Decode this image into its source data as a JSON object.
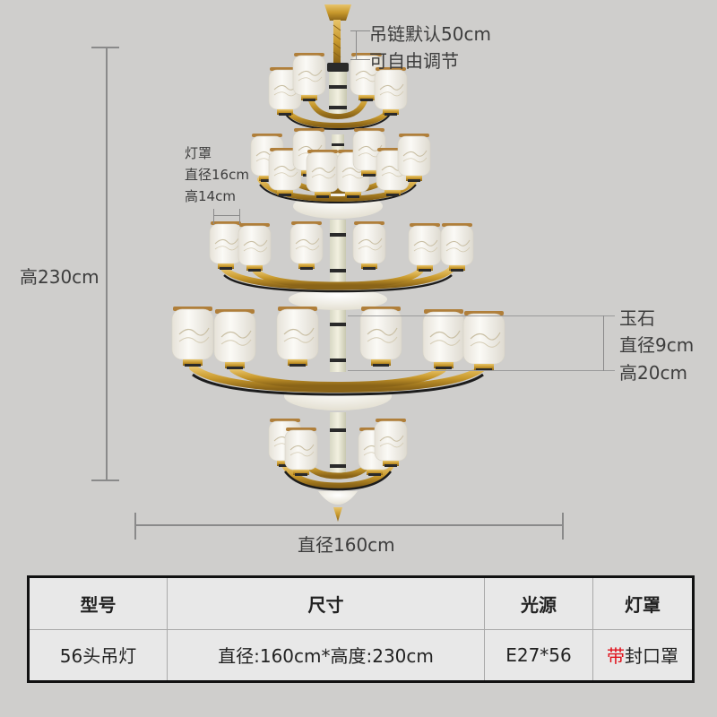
{
  "annotations": {
    "chain": {
      "line1": "吊链默认50cm",
      "line2": "可自由调节"
    },
    "shade": {
      "title": "灯罩",
      "diameter": "直径16cm",
      "height": "高14cm"
    },
    "jade": {
      "title": "玉石",
      "diameter": "直径9cm",
      "height": "高20cm"
    },
    "total_height": "高230cm",
    "total_diameter": "直径160cm"
  },
  "product_image": {
    "description": "56-head multi-tier chandelier with white glass shades, gold and black arms, jade column"
  },
  "colors": {
    "background": "#cfcecc",
    "gold": "#c8992c",
    "black_trim": "#1c1c1c",
    "shade_white": "#f4f2ec",
    "highlight_red": "#e0101a"
  },
  "spec_table": {
    "headers": [
      "型号",
      "尺寸",
      "光源",
      "灯罩"
    ],
    "row": {
      "model": "56头吊灯",
      "size": "直径:160cm*高度:230cm",
      "light_source": "E27*56",
      "shade_highlight": "带",
      "shade_rest": "封口罩"
    }
  }
}
